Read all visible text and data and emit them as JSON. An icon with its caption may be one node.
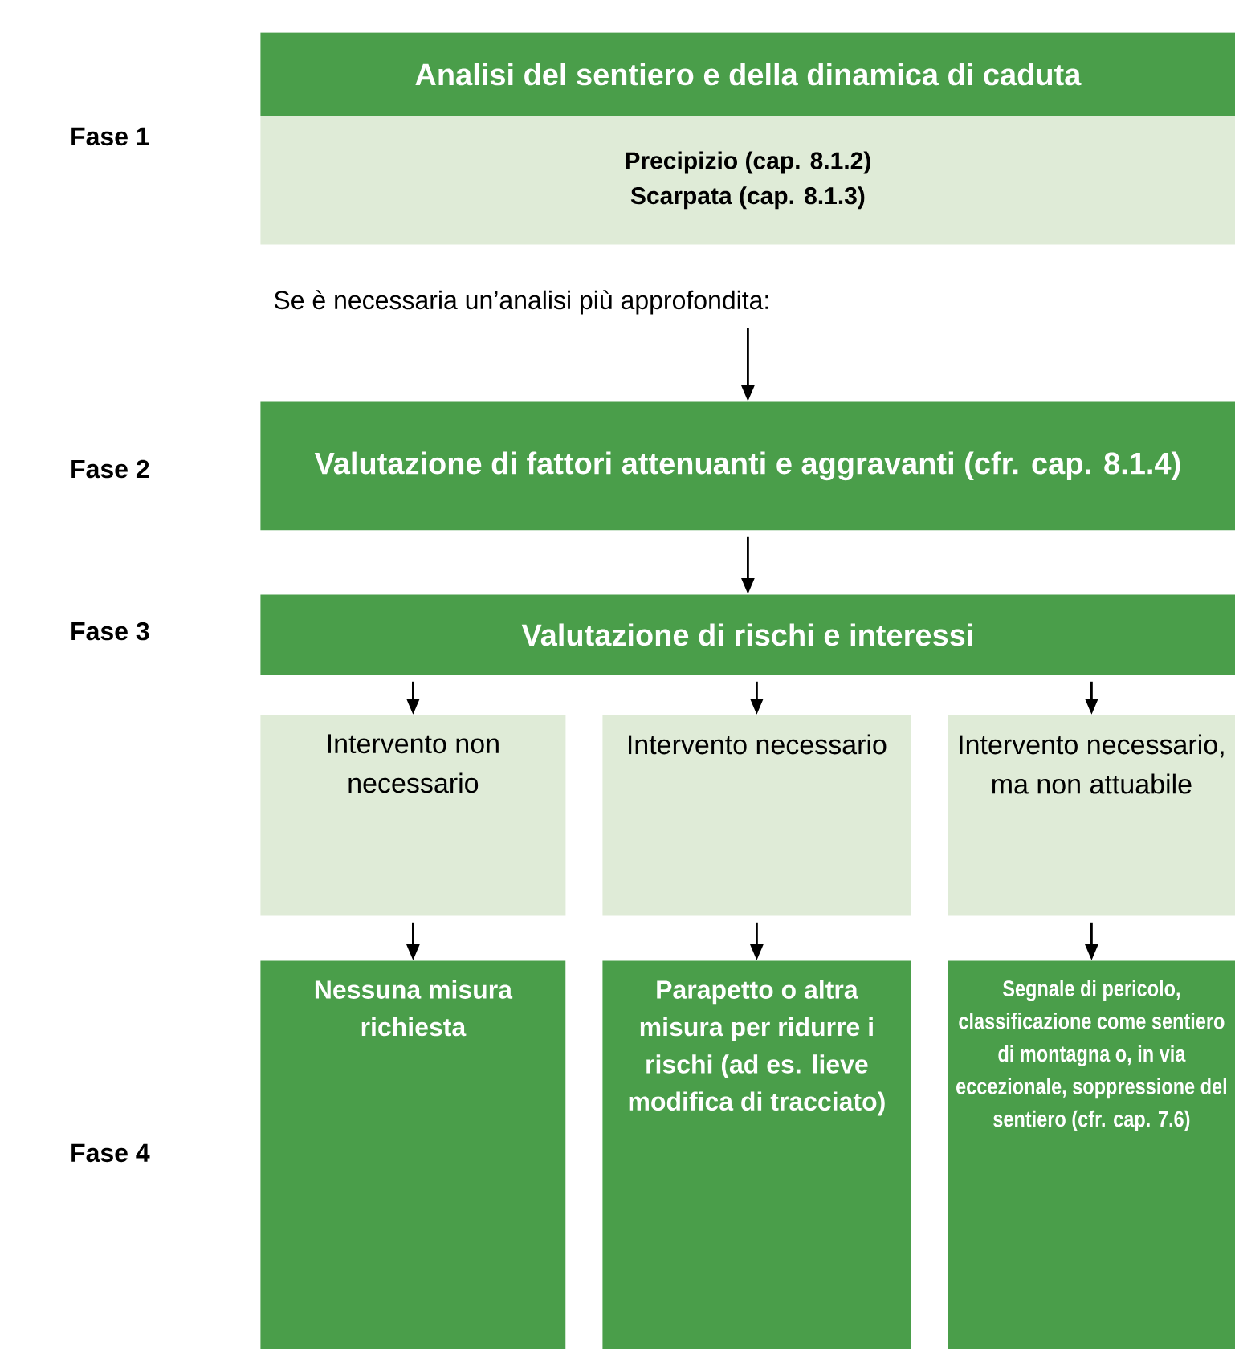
{
  "diagram": {
    "nodes": [
      {
        "text": [
          "Analisi del sentiero e della dinamica di caduta"
        ]
      },
      {
        "text": [
          "Precipizio (cap. 8.1.2)",
          "Scarpata (cap. 8.1.3)"
        ]
      },
      {
        "text": [
          "Se è necessaria un’analisi più approfondita:"
        ]
      },
      {
        "text": [
          "Valutazione di fattori attenuanti e aggravanti (cfr. cap. 8.1.4)"
        ]
      },
      {
        "text": [
          "Valutazione di rischi e interessi"
        ]
      },
      {
        "text": [
          "Intervento non necessario"
        ]
      },
      {
        "text": [
          "Intervento necessario"
        ]
      },
      {
        "text": [
          "Intervento necessario, ma non attuabile"
        ]
      },
      {
        "text": [
          "Nessuna misura richiesta"
        ]
      },
      {
        "text": [
          "Parapetto o altra misura per ridurre i rischi (ad es. lieve modifica di tracciato)"
        ]
      },
      {
        "text": [
          "Segnale di pericolo, classificazione come sentiero di montagna o, in via eccezionale, soppressione del sentiero (cfr. cap. 7.6)"
        ]
      }
    ],
    "edges": [
      {
        "from": 2,
        "to": 3,
        "arrow": "to"
      },
      {
        "from": 3,
        "to": 4,
        "arrow": "to"
      },
      {
        "from": 4,
        "to": 5,
        "arrow": "to"
      },
      {
        "from": 4,
        "to": 6,
        "arrow": "to"
      },
      {
        "from": 4,
        "to": 7,
        "arrow": "to"
      },
      {
        "from": 5,
        "to": 8,
        "arrow": "to"
      },
      {
        "from": 6,
        "to": 9,
        "arrow": "to"
      },
      {
        "from": 7,
        "to": 10,
        "arrow": "to"
      }
    ],
    "labels": [
      "Fase 1",
      "Fase 2",
      "Fase 3",
      "Fase 4"
    ]
  }
}
